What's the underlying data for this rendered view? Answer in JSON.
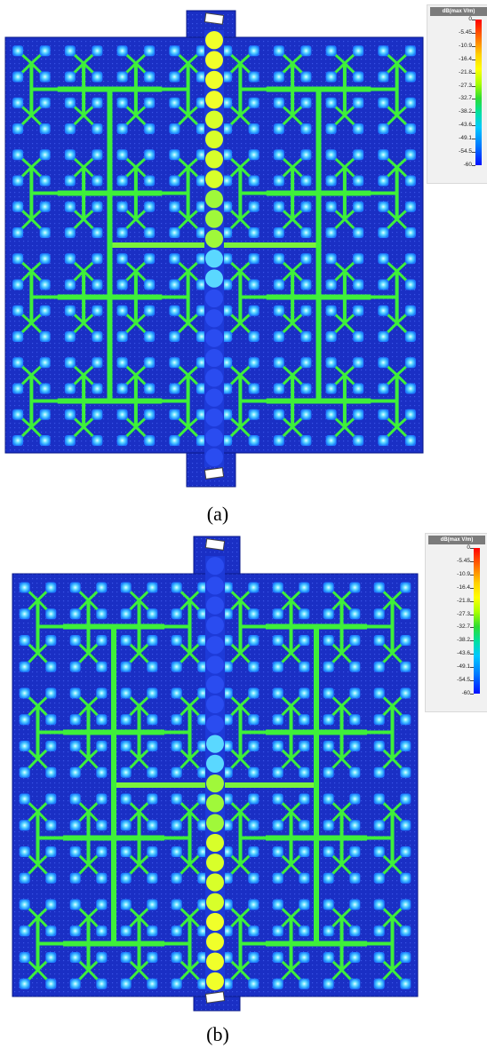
{
  "panels": [
    {
      "id": "a",
      "caption": "(a)",
      "legend_title": "dB(max V/m)",
      "legend_ticks": [
        "0",
        "-5.45",
        "-10.9",
        "-16.4",
        "-21.8",
        "-27.3",
        "-32.7",
        "-38.2",
        "-43.6",
        "-49.1",
        "-54.5",
        "-60"
      ],
      "line_intensity": "top-hot"
    },
    {
      "id": "b",
      "caption": "(b)",
      "legend_title": "dB(max V/m)",
      "legend_ticks": [
        "0",
        "-5.45",
        "-10.9",
        "-16.4",
        "-21.8",
        "-27.3",
        "-32.7",
        "-38.2",
        "-43.6",
        "-49.1",
        "-54.5",
        "-60"
      ],
      "line_intensity": "bottom-hot"
    }
  ],
  "colors": {
    "substrate": "#1a2fc4",
    "feed_network": "#3ef03a",
    "patch": "#38c8ff",
    "hot": "#eaff2a"
  }
}
